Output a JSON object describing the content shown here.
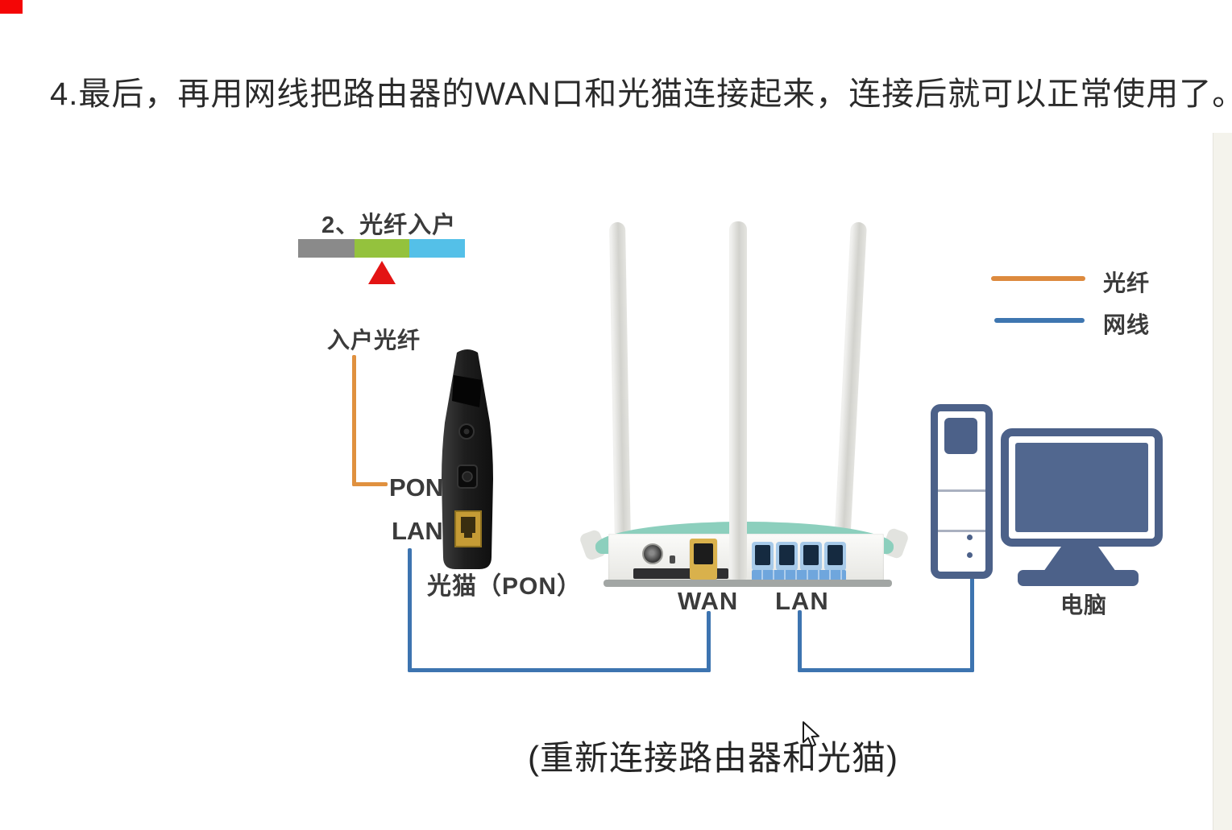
{
  "screen": {
    "corner_mark_color": "#f40606"
  },
  "heading": "4.最后，再用网线把路由器的WAN口和光猫连接起来，连接后就可以正常使用了。",
  "diagram": {
    "step": {
      "title": "2、光纤入户",
      "bar_segments": [
        {
          "color": "#8a8a8a"
        },
        {
          "color": "#94c23d"
        },
        {
          "color": "#54c0e8"
        }
      ],
      "marker_color": "#e31414"
    },
    "modem": {
      "incoming_fiber_label": "入户光纤",
      "pon_label": "PON",
      "lan_label": "LAN",
      "caption": "光猫（PON）"
    },
    "router": {
      "wan_label": "WAN",
      "lan_label": "LAN"
    },
    "computer": {
      "label": "电脑"
    },
    "legend": {
      "items": [
        {
          "label": "光纤",
          "color": "#dd8a3e"
        },
        {
          "label": "网线",
          "color": "#3e76b0"
        }
      ]
    },
    "cables": {
      "fiber_color": "#e0913f",
      "ethernet_color": "#3d74b0"
    },
    "caption": "(重新连接路由器和光猫)"
  }
}
